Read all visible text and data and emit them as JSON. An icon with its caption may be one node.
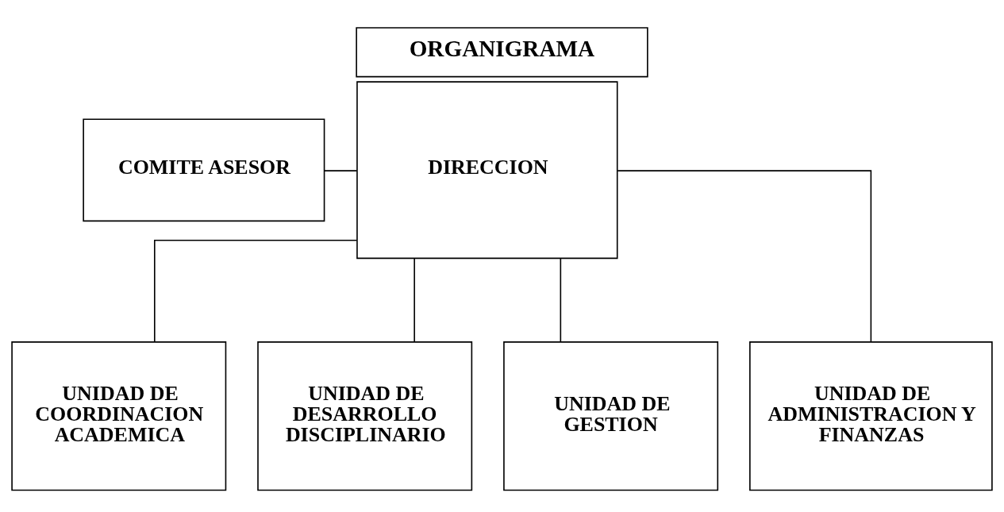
{
  "diagram": {
    "title": "ORGANIGRAMA",
    "nodes": [
      {
        "text": [
          "COMITE ASESOR"
        ]
      },
      {
        "text": [
          "DIRECCION"
        ]
      },
      {
        "text": [
          "UNIDAD DE COORDINACION ACADEMICA"
        ]
      },
      {
        "text": [
          "UNIDAD DE DESARROLLO DISCIPLINARIO"
        ]
      },
      {
        "text": [
          "UNIDAD DE GESTION"
        ]
      },
      {
        "text": [
          "UNIDAD DE ADMINISTRACION Y FINANZAS"
        ]
      }
    ],
    "edges": [
      {
        "from": 0,
        "to": 1,
        "arrow": "none"
      },
      {
        "from": 1,
        "to": 2,
        "arrow": "none"
      },
      {
        "from": 1,
        "to": 3,
        "arrow": "none"
      },
      {
        "from": 1,
        "to": 4,
        "arrow": "none"
      },
      {
        "from": 1,
        "to": 5,
        "arrow": "none"
      }
    ]
  }
}
